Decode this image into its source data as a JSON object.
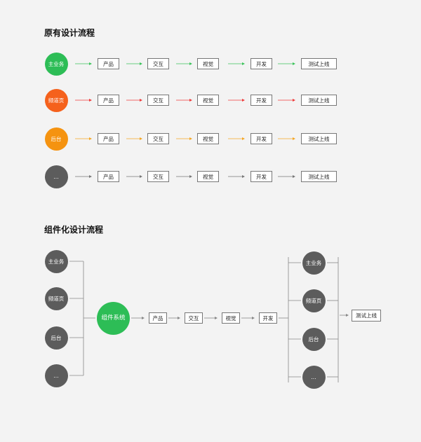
{
  "section1": {
    "title": "原有设计流程",
    "rows": [
      {
        "source": "主业务",
        "color": "#2dbd56",
        "arrow_color": "#3cc35b"
      },
      {
        "source": "频道页",
        "color": "#f5611c",
        "arrow_color": "#ef3b3b"
      },
      {
        "source": "后台",
        "color": "#f59310",
        "arrow_color": "#f5a623"
      },
      {
        "source": "...",
        "color": "#5c5c5c",
        "arrow_color": "#777777"
      }
    ],
    "steps": [
      "产品",
      "交互",
      "视觉",
      "开发",
      "测试上线"
    ]
  },
  "section2": {
    "title": "组件化设计流程",
    "sources": [
      "主业务",
      "频道页",
      "后台",
      "..."
    ],
    "hub": {
      "line1": "组件",
      "line2": "系统",
      "color": "#2dbd56"
    },
    "steps": [
      "产品",
      "交互",
      "视觉",
      "开发"
    ],
    "outputs": [
      "主业务",
      "频道页",
      "后台",
      "..."
    ],
    "final": "测试上线",
    "node_color": "#5c5c5c"
  }
}
